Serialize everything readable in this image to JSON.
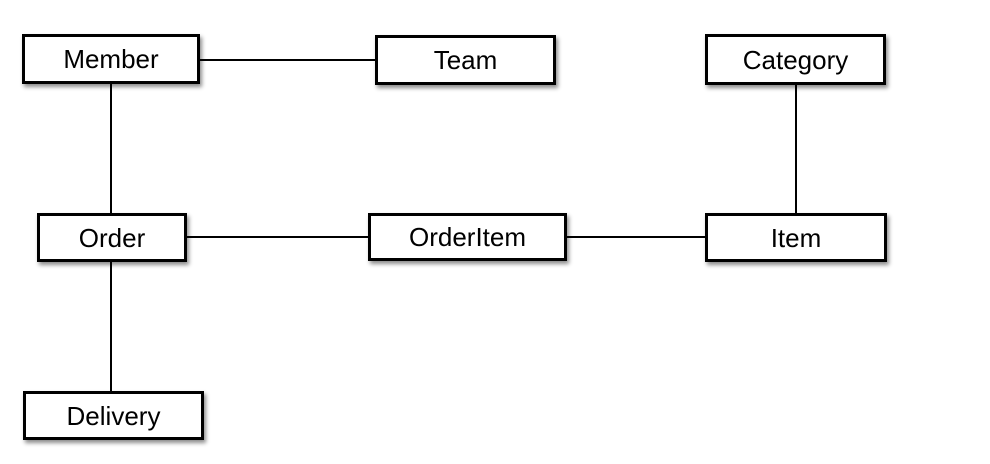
{
  "diagram": {
    "type": "entity-relationship",
    "background_color": "#ffffff",
    "box_border_color": "#000000",
    "box_fill_color": "#ffffff",
    "line_color": "#000000",
    "entities": [
      {
        "id": "member",
        "label": "Member"
      },
      {
        "id": "team",
        "label": "Team"
      },
      {
        "id": "category",
        "label": "Category"
      },
      {
        "id": "order",
        "label": "Order"
      },
      {
        "id": "orderitem",
        "label": "OrderItem"
      },
      {
        "id": "item",
        "label": "Item"
      },
      {
        "id": "delivery",
        "label": "Delivery"
      }
    ],
    "relationships": [
      {
        "from": "Member",
        "to": "Team"
      },
      {
        "from": "Member",
        "to": "Order"
      },
      {
        "from": "Category",
        "to": "Item"
      },
      {
        "from": "Order",
        "to": "OrderItem"
      },
      {
        "from": "OrderItem",
        "to": "Item"
      },
      {
        "from": "Order",
        "to": "Delivery"
      }
    ]
  }
}
